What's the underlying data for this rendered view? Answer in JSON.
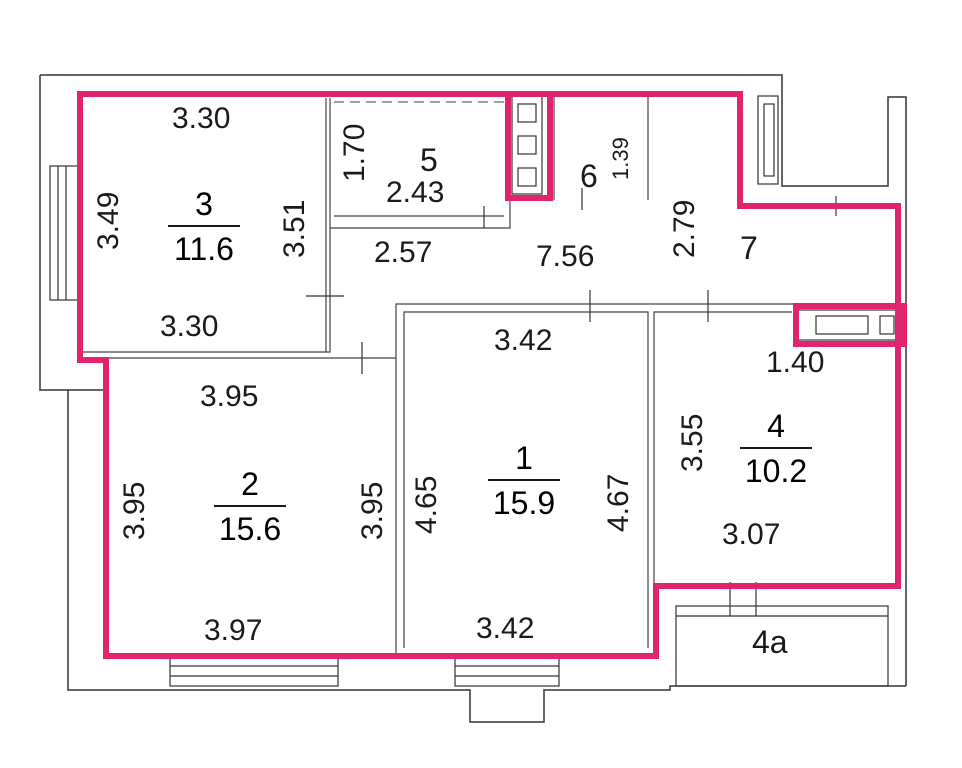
{
  "rooms": [
    {
      "id": "1",
      "number": "1",
      "area": "15.9"
    },
    {
      "id": "2",
      "number": "2",
      "area": "15.6"
    },
    {
      "id": "3",
      "number": "3",
      "area": "11.6"
    },
    {
      "id": "4",
      "number": "4",
      "area": "10.2"
    },
    {
      "id": "4a",
      "number": "4a"
    },
    {
      "id": "5",
      "number": "5",
      "area": "2.43"
    },
    {
      "id": "6",
      "number": "6"
    },
    {
      "id": "7",
      "number": "7"
    }
  ],
  "dimensions": {
    "r3_top": "3.30",
    "r3_left": "3.49",
    "r3_right": "3.51",
    "r3_bottom": "3.30",
    "r5_side": "1.70",
    "r6_side": "1.39",
    "hall_257": "2.57",
    "hall_756": "7.56",
    "hall_279": "2.79",
    "r1_top": "3.42",
    "r1_left": "4.65",
    "r1_right": "4.67",
    "r1_bottom": "3.42",
    "r2_top": "3.95",
    "r2_left": "3.95",
    "r2_right": "3.95",
    "r2_bottom": "3.97",
    "r4_140": "1.40",
    "r4_left": "3.55",
    "r4_bottom": "3.07"
  },
  "colors": {
    "outline": "#e0246e",
    "walls": "#333333"
  }
}
